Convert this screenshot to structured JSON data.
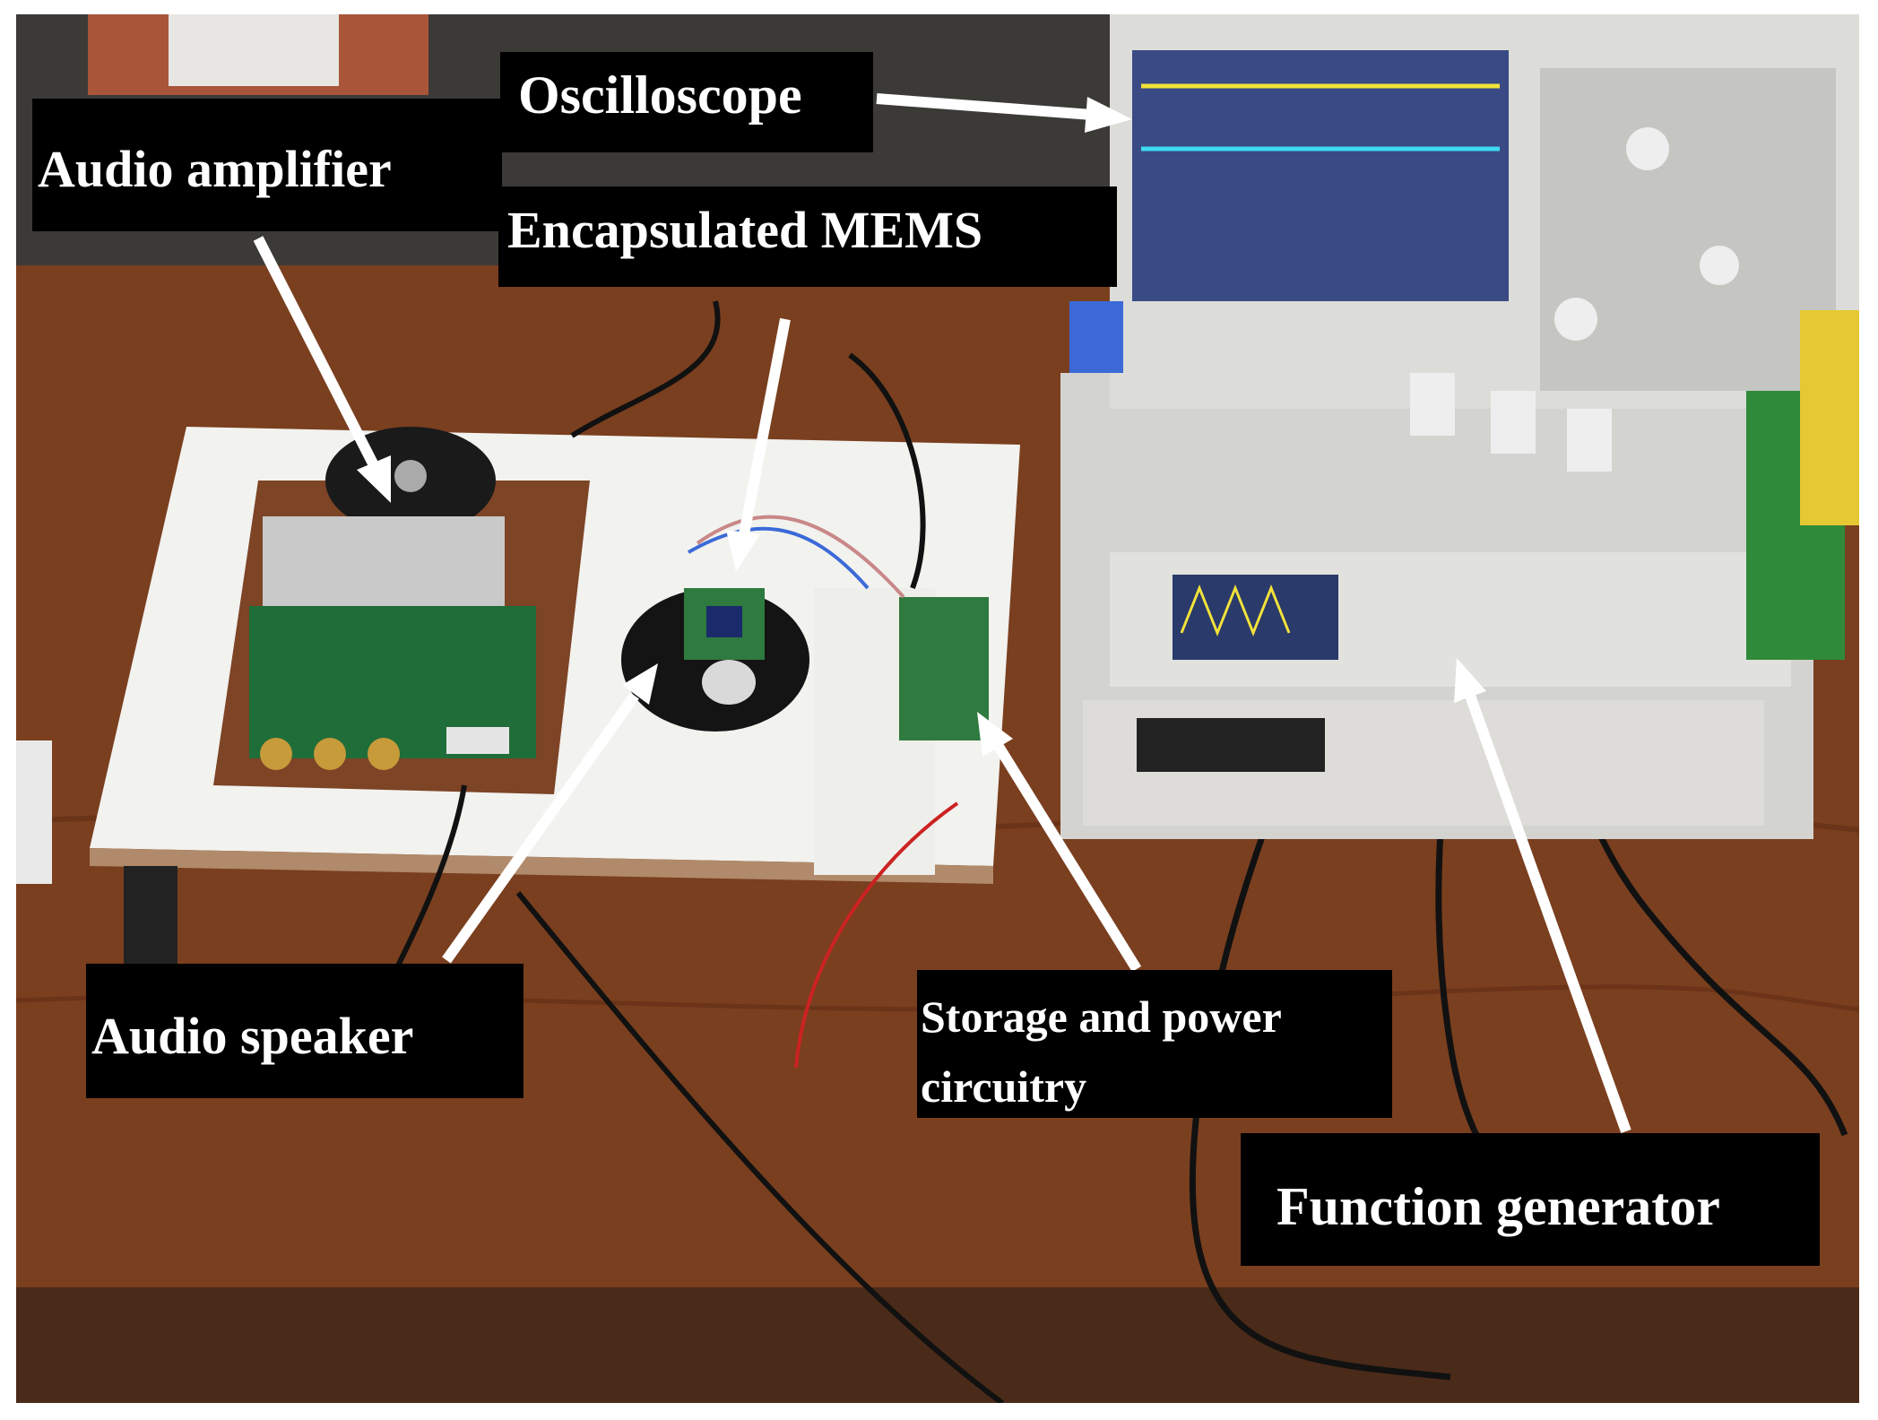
{
  "figure": {
    "colors": {
      "table_wood": "#7a3f1f",
      "board_white": "#f2f2ef",
      "instrument_grey": "#d3d3d0",
      "scope_screen": "#3a4a85",
      "scope_trace_yellow": "#f2e23a",
      "scope_trace_cyan": "#3fd9f2",
      "pcb_green": "#1f6d38",
      "label_background": "#000000",
      "label_text": "#ffffff",
      "arrow": "#ffffff"
    },
    "labels": {
      "oscilloscope": "Oscilloscope",
      "audio_amplifier": "Audio amplifier",
      "encapsulated_mems": "Encapsulated MEMS",
      "audio_speaker": "Audio speaker",
      "storage_power": "Storage and power circuitry",
      "function_generator": "Function generator"
    }
  }
}
